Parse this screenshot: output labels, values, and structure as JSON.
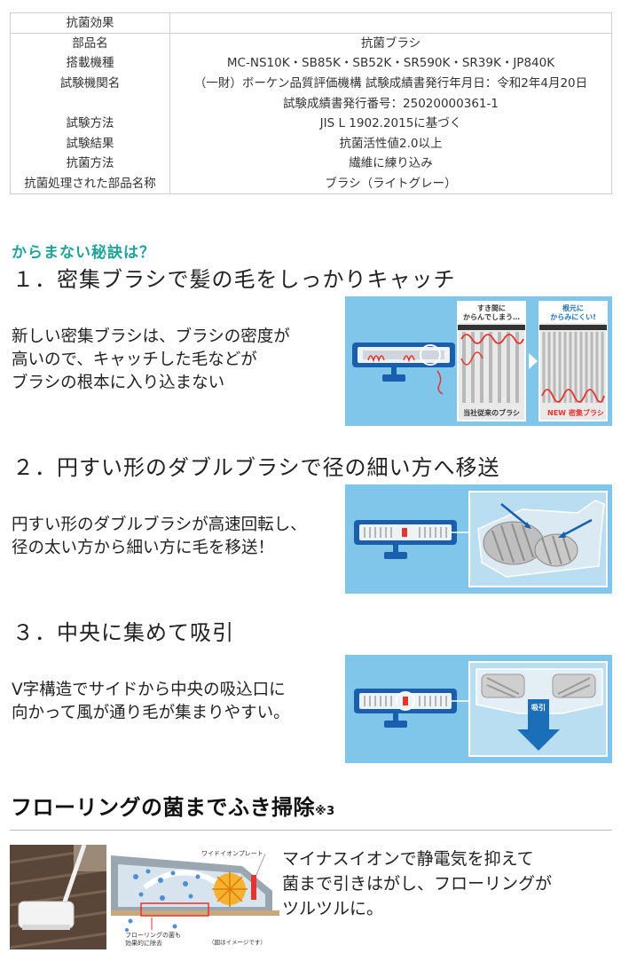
{
  "spec_table": {
    "rows": [
      {
        "label": "抗菌効果",
        "value": ""
      },
      {
        "label": "部品名",
        "value": "抗菌ブラシ"
      },
      {
        "label": "搭載機種",
        "value": "MC-NS10K・SB85K・SB52K・SR590K・SR39K・JP840K"
      },
      {
        "label": "試験機関名",
        "value": "（一財）ボーケン品質評価機構 試験成績書発行年月日：令和2年4月20日"
      },
      {
        "label": "",
        "value": "試験成績書発行番号：25020000361-1"
      },
      {
        "label": "試験方法",
        "value": "JIS L 1902.2015に基づく"
      },
      {
        "label": "試験結果",
        "value": "抗菌活性値2.0以上"
      },
      {
        "label": "抗菌方法",
        "value": "繊維に練り込み"
      },
      {
        "label": "抗菌処理された部品名称",
        "value": "ブラシ（ライトグレー）"
      }
    ]
  },
  "secret_heading": "からまない秘訣は？",
  "points": [
    {
      "title": "１．密集ブラシで髪の毛をしっかりキャッチ",
      "lines": [
        "新しい密集ブラシは、ブラシの密度が",
        "高いので、キャッチした毛などが",
        "ブラシの根本に入り込まない"
      ],
      "illus": {
        "panel_a_caption_1": "すき間に",
        "panel_a_caption_2": "からんでしまう…",
        "panel_a_footer": "当社従来のブラシ",
        "panel_b_caption_1": "根元に",
        "panel_b_caption_2": "からみにくい!",
        "panel_b_footer_new": "NEW",
        "panel_b_footer": "密集ブラシ"
      }
    },
    {
      "title": "２．円すい形のダブルブラシで径の細い方へ移送",
      "lines": [
        "円すい形のダブルブラシが高速回転し、",
        "径の太い方から細い方に毛を移送！"
      ]
    },
    {
      "title": "３．中央に集めて吸引",
      "lines": [
        "V字構造でサイドから中央の吸込口に",
        "向かって風が通り毛が集まりやすい。"
      ],
      "illus": {
        "suction_label": "吸引"
      }
    }
  ],
  "floor_section": {
    "title": "フローリングの菌までふき掃除",
    "note": "※3",
    "diagram": {
      "plate_label": "ワイドイオンプレート",
      "caption_1": "フローリングの菌も",
      "caption_2": "効果的に除去",
      "image_note": "（図はイメージです）"
    },
    "lines": [
      "マイナスイオンで静電気を抑えて",
      "菌まで引きはがし、フローリングが",
      "ツルツルに。"
    ]
  },
  "colors": {
    "teal": "#1fa39a",
    "illus_bg": "#7fc6ea",
    "head_blue": "#1a5fae",
    "accent_red": "#e8322d"
  }
}
